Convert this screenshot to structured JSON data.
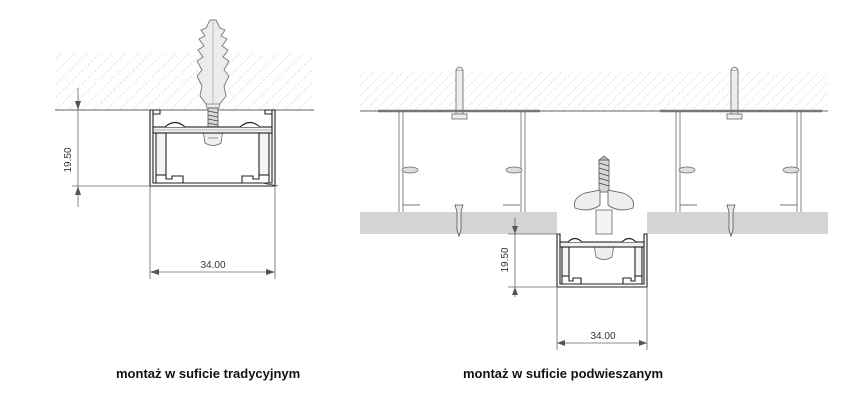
{
  "left_section": {
    "height_label": "19.50",
    "width_label": "34.00",
    "caption": "montaż w suficie tradycyjnym"
  },
  "right_section": {
    "height_label": "19.50",
    "width_label": "34.00",
    "caption": "montaż w suficie podwieszanym"
  }
}
